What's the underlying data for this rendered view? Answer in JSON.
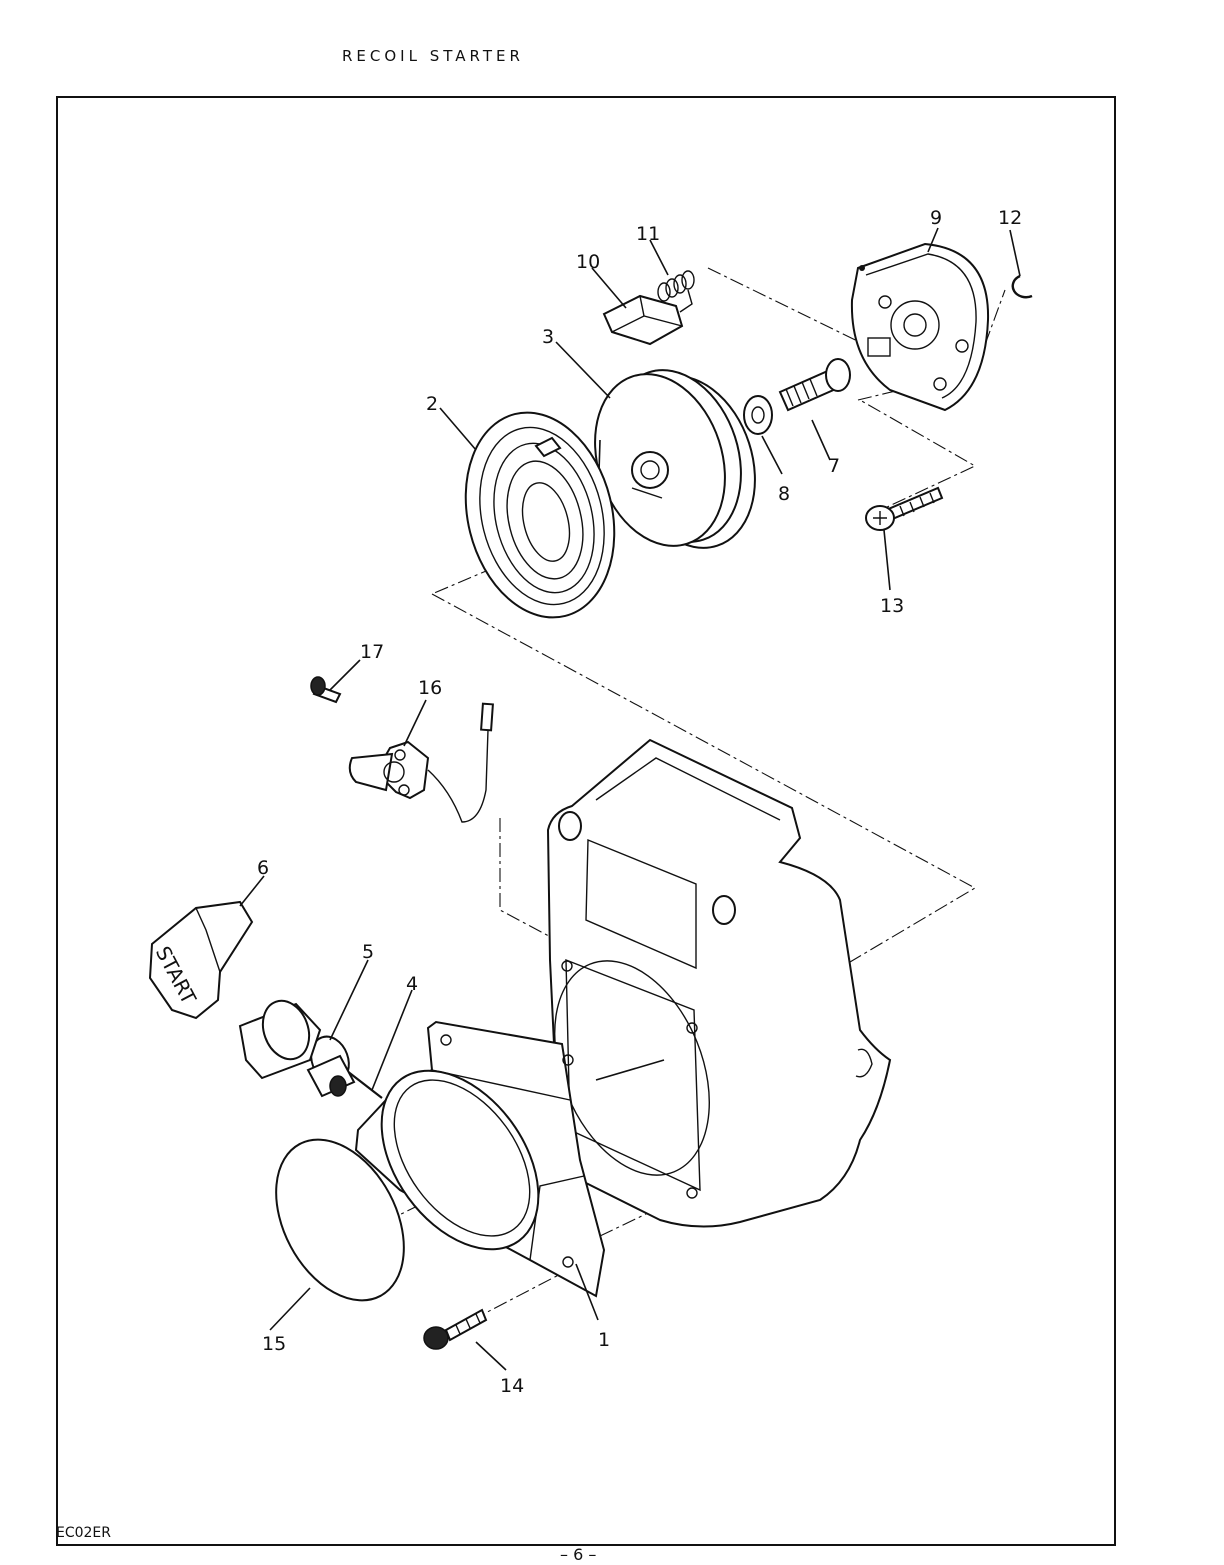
{
  "page": {
    "title": "RECOIL STARTER",
    "doc_code": "EC02ER",
    "page_number": "– 6 –"
  },
  "callouts": {
    "p1": "1",
    "p2": "2",
    "p3": "3",
    "p4": "4",
    "p5": "5",
    "p6": "6",
    "p7": "7",
    "p8": "8",
    "p9": "9",
    "p10": "10",
    "p11": "11",
    "p12": "12",
    "p13": "13",
    "p14": "14",
    "p15": "15",
    "p16": "16",
    "p17": "17"
  },
  "handle_text": "START"
}
